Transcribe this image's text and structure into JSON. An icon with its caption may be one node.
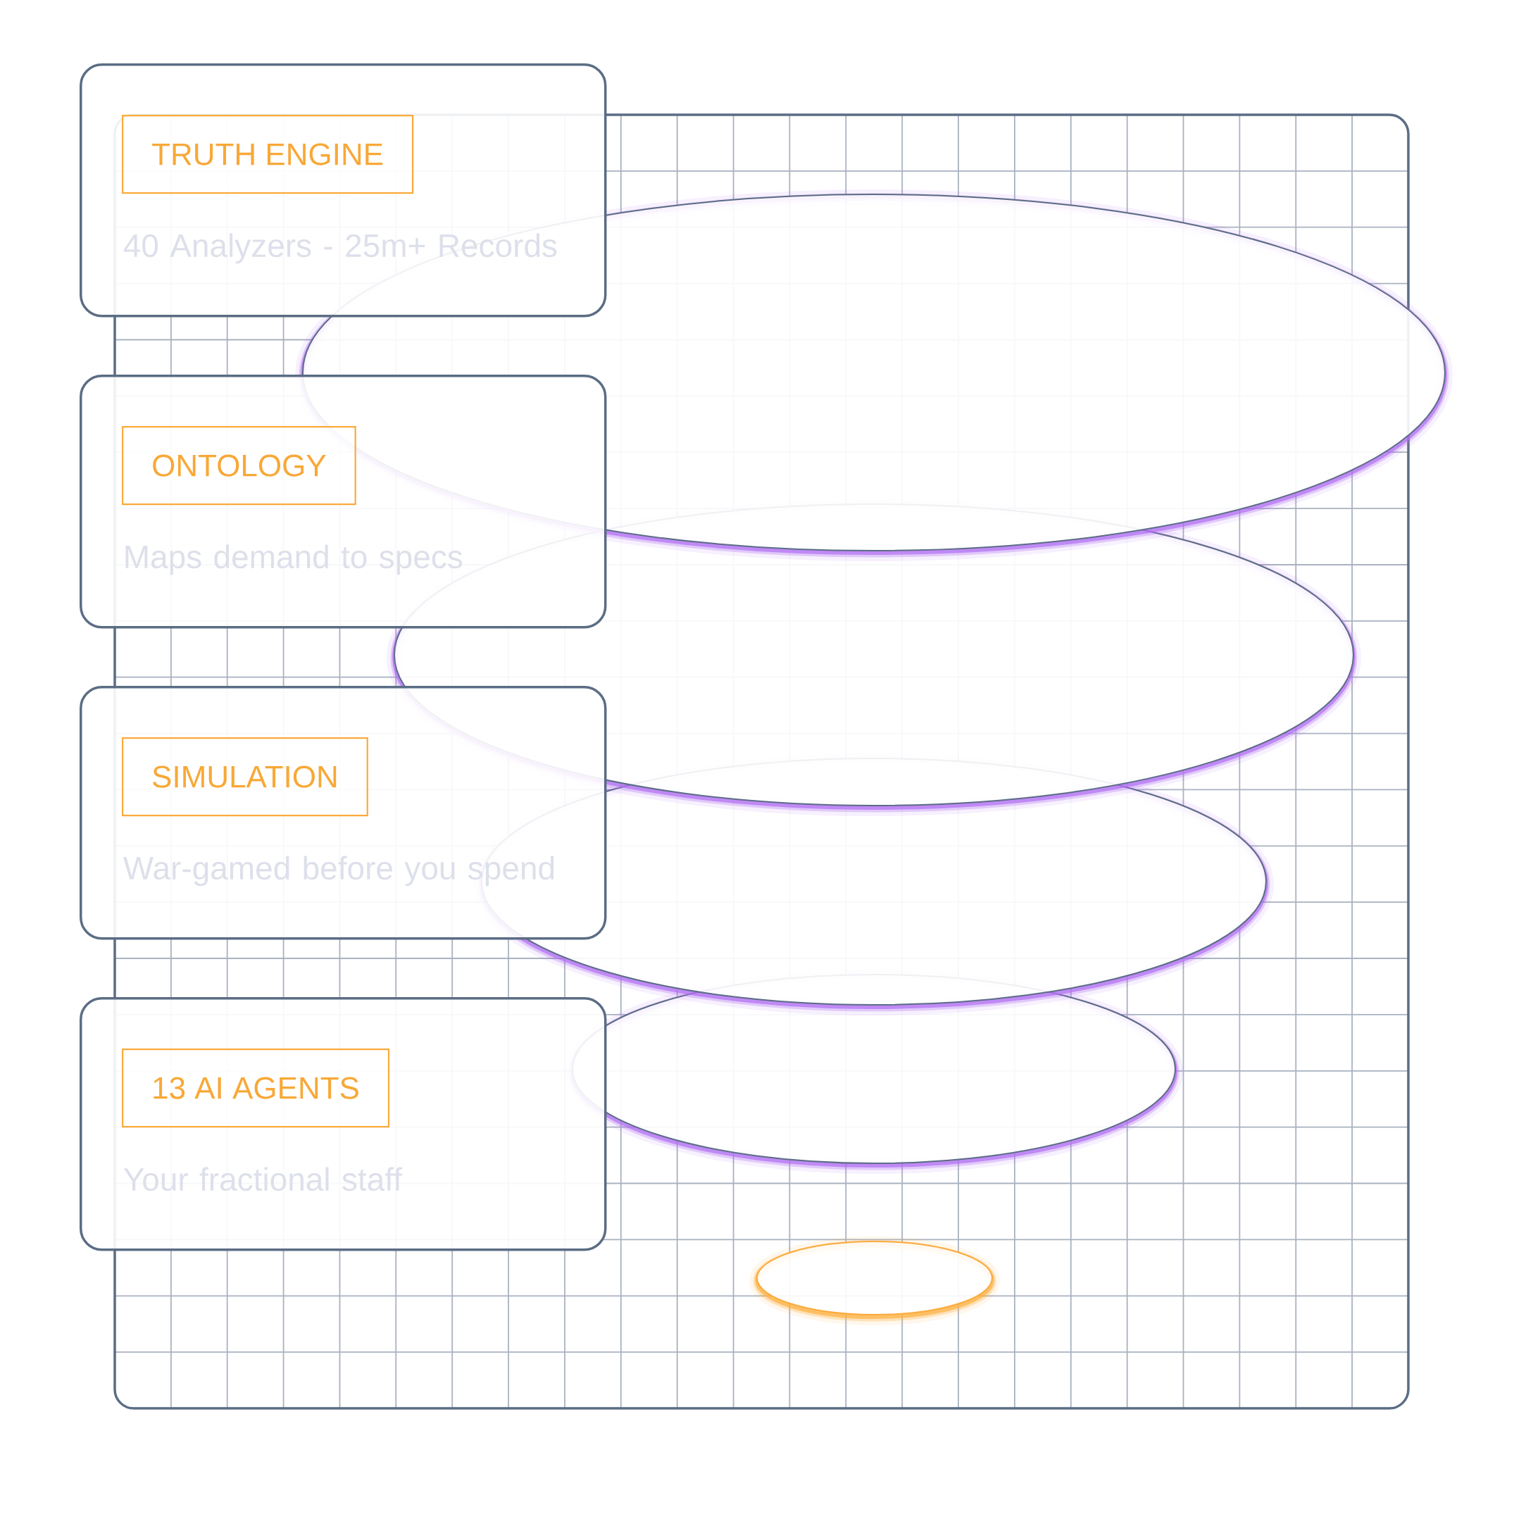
{
  "diagram": {
    "nodes": [
      {
        "text": [
          "40 Analyzers - 25m+ Records"
        ]
      },
      {
        "text": [
          "TRUTH ENGINE"
        ],
        "in": 0
      },
      {
        "text": [
          "Maps demand to specs"
        ]
      },
      {
        "text": [
          "ONTOLOGY"
        ],
        "in": 2
      },
      {
        "text": [
          "War-gamed before you spend"
        ]
      },
      {
        "text": [
          "SIMULATION"
        ],
        "in": 4
      },
      {
        "text": [
          "Your fractional staff"
        ]
      },
      {
        "text": [
          "13 AI AGENTS"
        ],
        "in": 6
      }
    ]
  }
}
